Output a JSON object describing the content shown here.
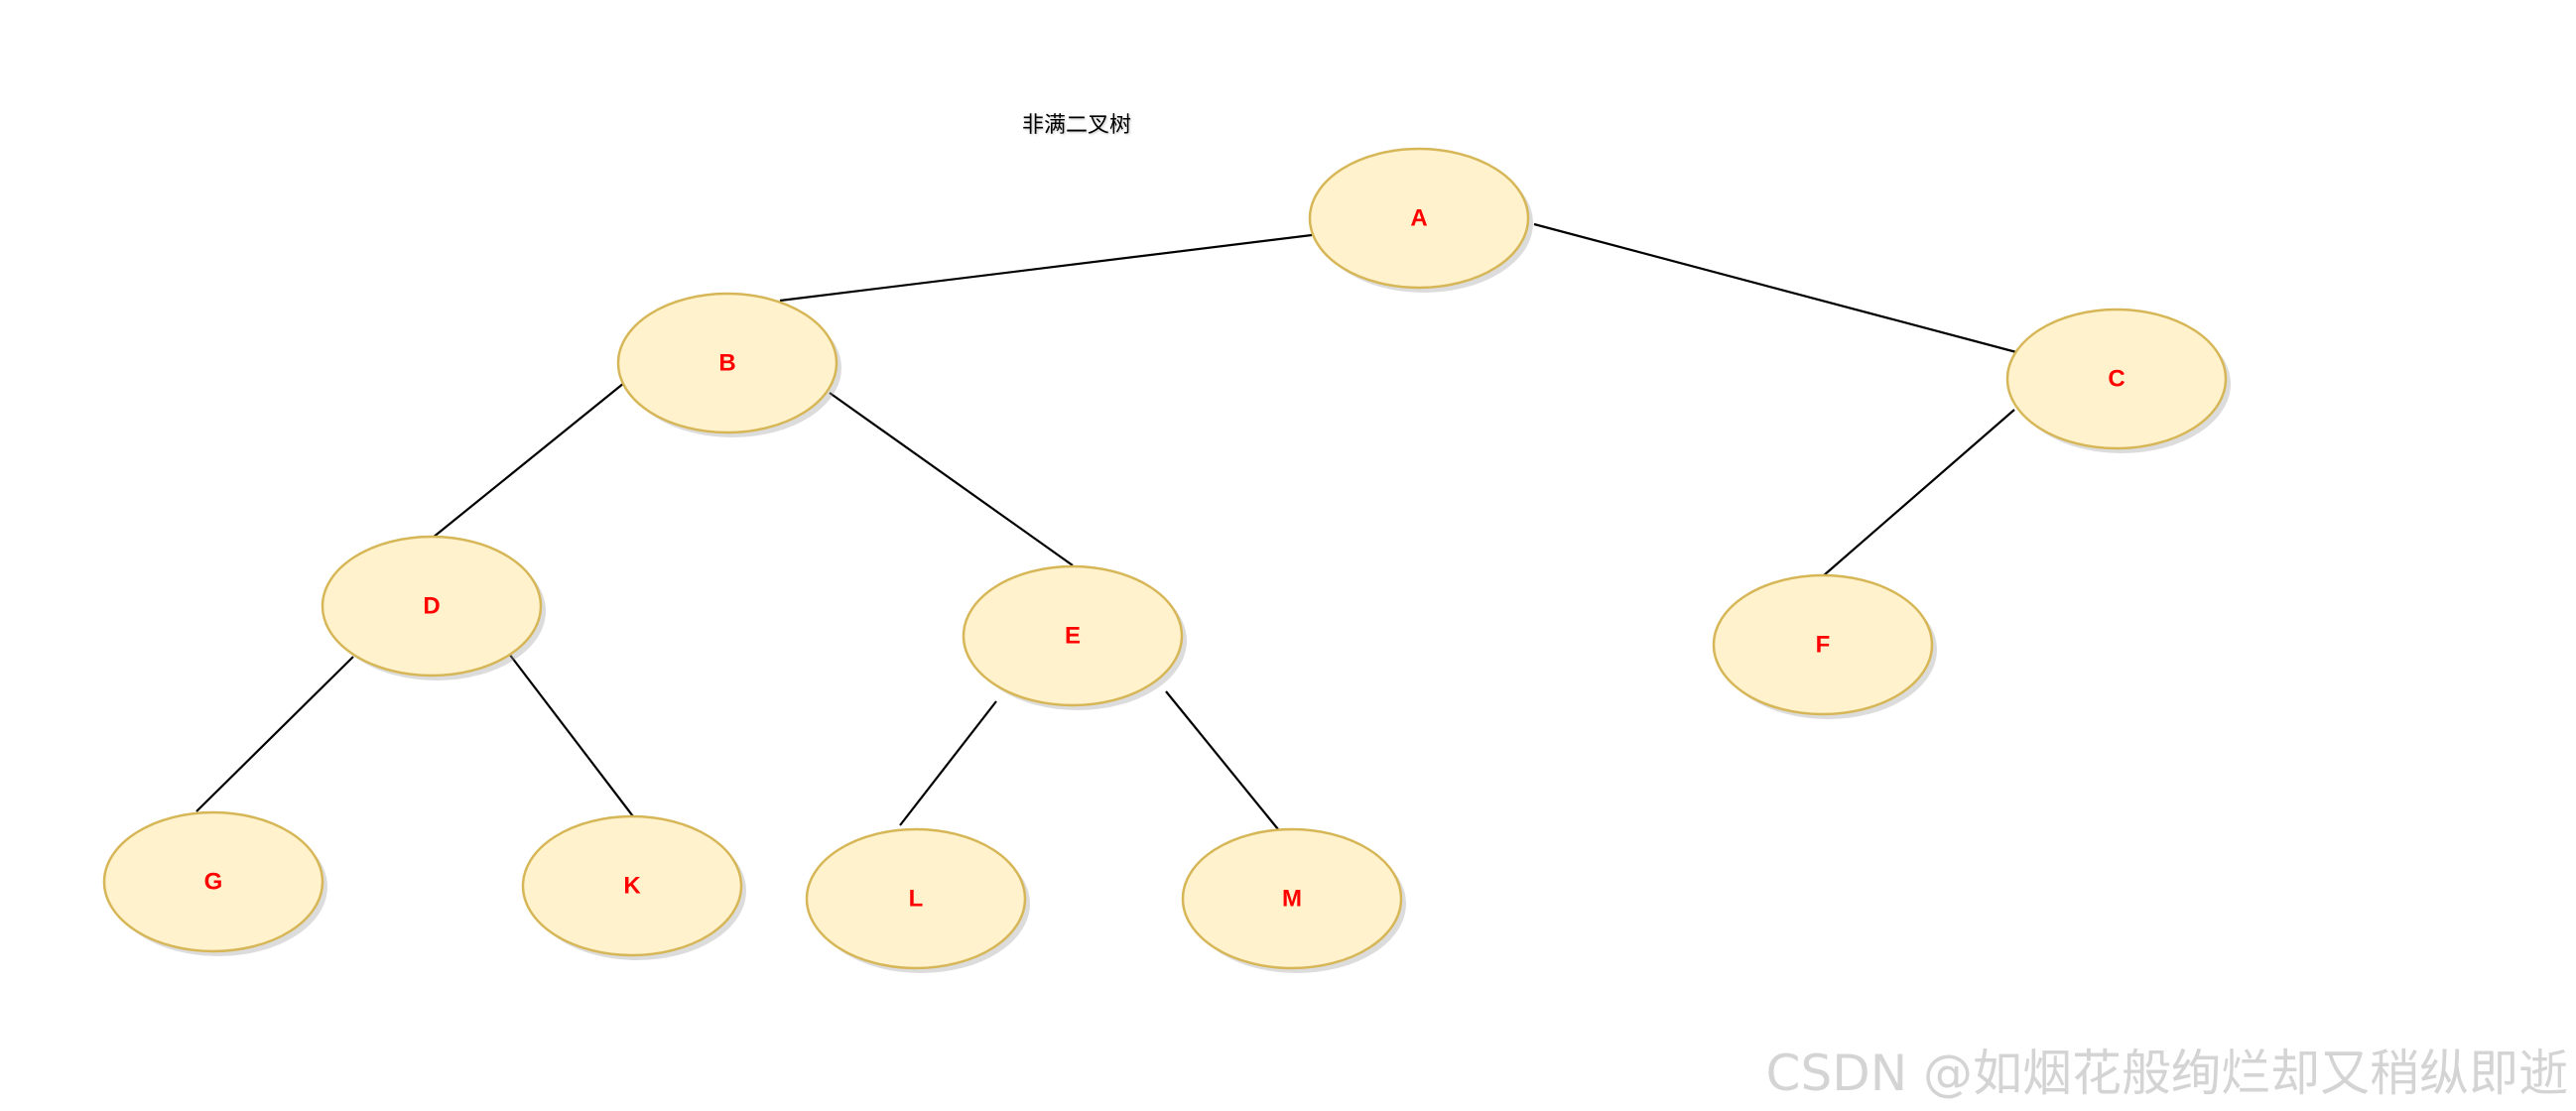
{
  "title": "非满二叉树",
  "watermark": "CSDN @如烟花般绚烂却又稍纵即逝",
  "colors": {
    "node_fill": "#fff2cc",
    "node_stroke": "#d6b656",
    "label": "#ff0000",
    "edge": "#000000"
  },
  "nodes": [
    {
      "id": "A",
      "label": "A"
    },
    {
      "id": "B",
      "label": "B"
    },
    {
      "id": "C",
      "label": "C"
    },
    {
      "id": "D",
      "label": "D"
    },
    {
      "id": "E",
      "label": "E"
    },
    {
      "id": "F",
      "label": "F"
    },
    {
      "id": "G",
      "label": "G"
    },
    {
      "id": "K",
      "label": "K"
    },
    {
      "id": "L",
      "label": "L"
    },
    {
      "id": "M",
      "label": "M"
    }
  ],
  "edges": [
    {
      "from": "A",
      "to": "B"
    },
    {
      "from": "A",
      "to": "C"
    },
    {
      "from": "B",
      "to": "D"
    },
    {
      "from": "B",
      "to": "E"
    },
    {
      "from": "C",
      "to": "F"
    },
    {
      "from": "D",
      "to": "G"
    },
    {
      "from": "D",
      "to": "K"
    },
    {
      "from": "E",
      "to": "L"
    },
    {
      "from": "E",
      "to": "M"
    }
  ]
}
